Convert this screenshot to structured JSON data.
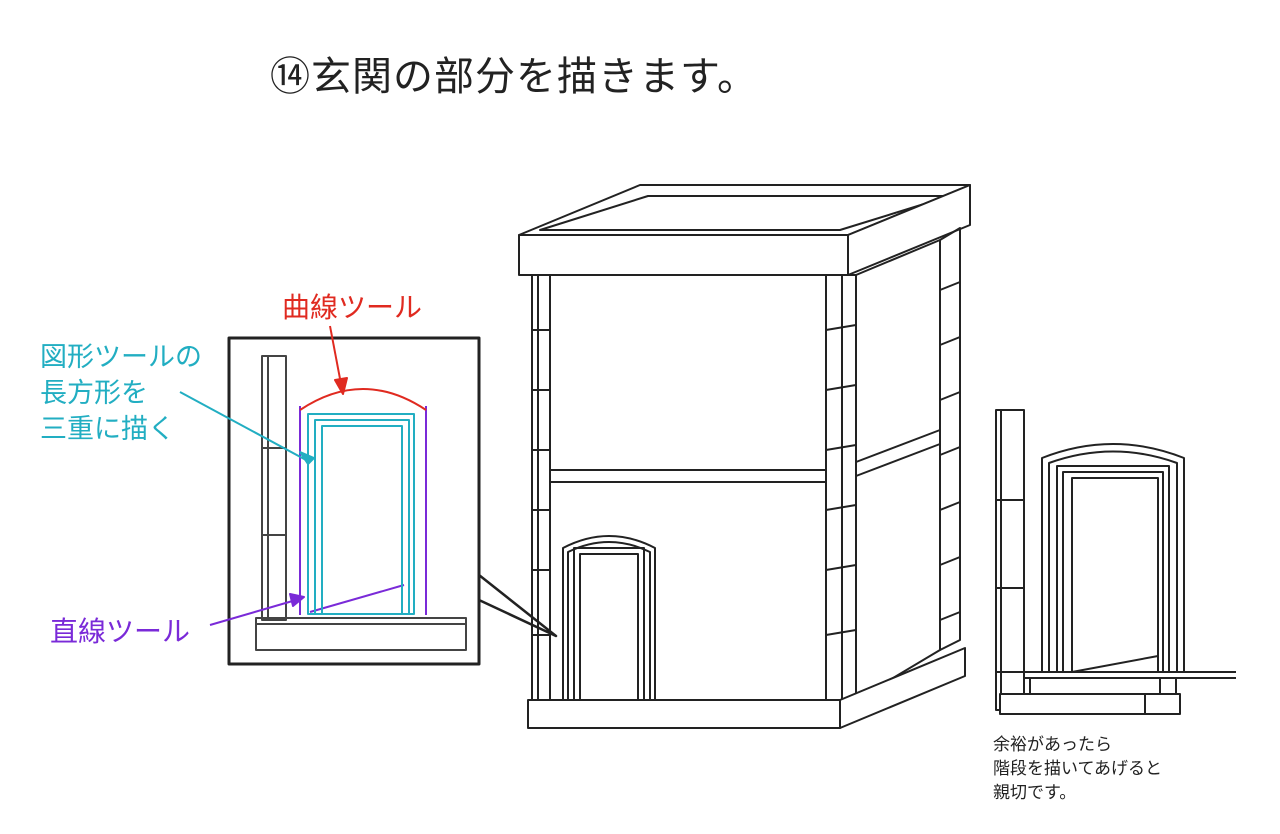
{
  "title": "⑭玄関の部分を描きます。",
  "annotations": {
    "curve_tool": "曲線ツール",
    "rect_tool_lines": [
      "図形ツールの",
      "長方形を",
      "三重に描く"
    ],
    "line_tool": "直線ツール"
  },
  "note_lines": [
    "余裕があったら",
    "階段を描いてあげると",
    "親切です。"
  ],
  "colors": {
    "curve": "#e02a20",
    "rect": "#22aec2",
    "line": "#7a2ad8",
    "outline": "#222222"
  }
}
